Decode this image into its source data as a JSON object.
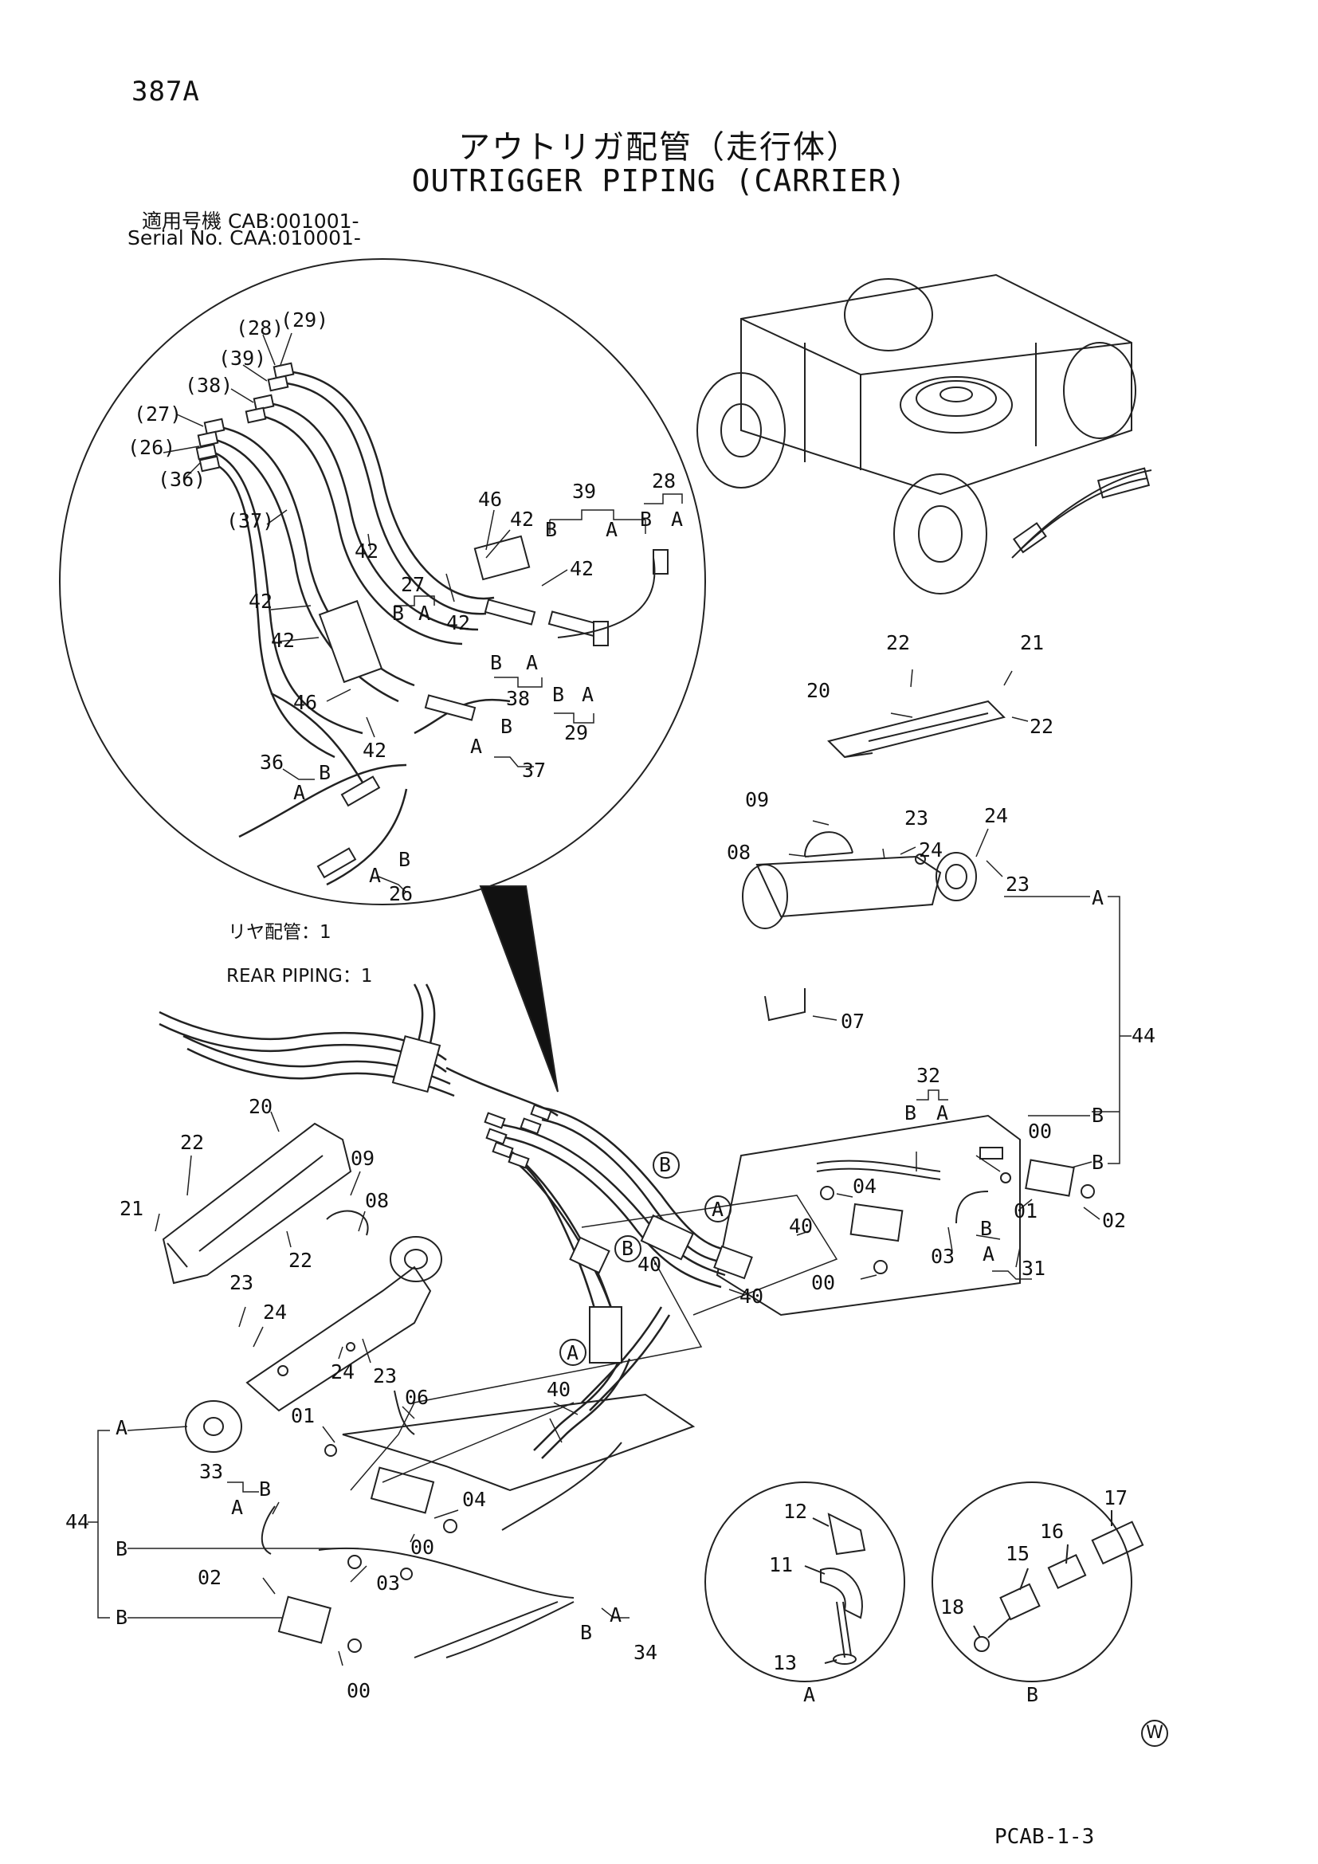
{
  "page_number": "387A",
  "title_jp": "アウトリガ配管（走行体）",
  "title_en": "OUTRIGGER PIPING (CARRIER)",
  "serial_line_1": "適用号機  CAB:001001-",
  "serial_line_2": "Serial No. CAA:010001-",
  "rear_piping_jp": "リヤ配管：1",
  "rear_piping_en": "REAR PIPING：1",
  "watermark": "W",
  "footer_code": "PCAB-1-3",
  "callouts": {
    "c29": "(29)",
    "c28": "(28)",
    "c39": "(39)",
    "c38": "(38)",
    "c27": "(27)",
    "c26": "(26)",
    "c36": "(36)",
    "c37": "(37)",
    "d46a": "46",
    "d42a": "42",
    "d42b": "42",
    "d42c": "42",
    "d42d": "42",
    "d42e": "42",
    "d42f": "42",
    "d42g": "42",
    "d46b": "46",
    "d39": "39",
    "d28": "28",
    "d27": "27",
    "d38": "38",
    "d29": "29",
    "d37": "37",
    "d36": "36",
    "d26": "26",
    "dB1": "B",
    "dA1": "A",
    "dB2": "B",
    "dA2": "A",
    "dB3": "B",
    "dA3": "A",
    "dB4": "B",
    "dA4": "A",
    "dB5": "B",
    "dA5": "A",
    "dB6": "B",
    "dA6": "A",
    "dB7": "B",
    "dA7": "A",
    "dB8": "B",
    "dA8": "A",
    "r22a": "22",
    "r21a": "21",
    "r20a": "20",
    "r22b": "22",
    "r09a": "09",
    "r23a": "23",
    "r24a": "24",
    "r08a": "08",
    "r24b": "24",
    "r23b": "23",
    "r07": "07",
    "rA1": "A",
    "r44a": "44",
    "r32": "32",
    "rB32": "B",
    "rA32": "A",
    "r00a": "00",
    "rB1": "B",
    "rB2": "B",
    "r04a": "04",
    "r40a": "40",
    "r01a": "01",
    "r02a": "02",
    "rB3": "B",
    "r03a": "03",
    "rA3": "A",
    "r31": "31",
    "r00b": "00",
    "r40b": "40",
    "l20": "20",
    "l22a": "22",
    "l09": "09",
    "l21": "21",
    "l08": "08",
    "l22b": "22",
    "l23a": "23",
    "l24a": "24",
    "l24b": "24",
    "l23b": "23",
    "l06": "06",
    "l40a": "40",
    "l40b": "40",
    "lA1": "A",
    "l01": "01",
    "l33": "33",
    "lB33": "B",
    "lA33": "A",
    "l44": "44",
    "lB1": "B",
    "l04": "04",
    "l02": "02",
    "l03": "03",
    "l00a": "00",
    "lB2": "B",
    "lB34": "B",
    "lA34": "A",
    "l34": "34",
    "l00b": "00",
    "cB1": "B",
    "cA1": "A",
    "cB2": "B",
    "cA2": "A",
    "dA12": "12",
    "dA11": "11",
    "dA13": "13",
    "dA_label": "A",
    "dB17": "17",
    "dB16": "16",
    "dB15": "15",
    "dB18": "18",
    "dB_label": "B"
  }
}
